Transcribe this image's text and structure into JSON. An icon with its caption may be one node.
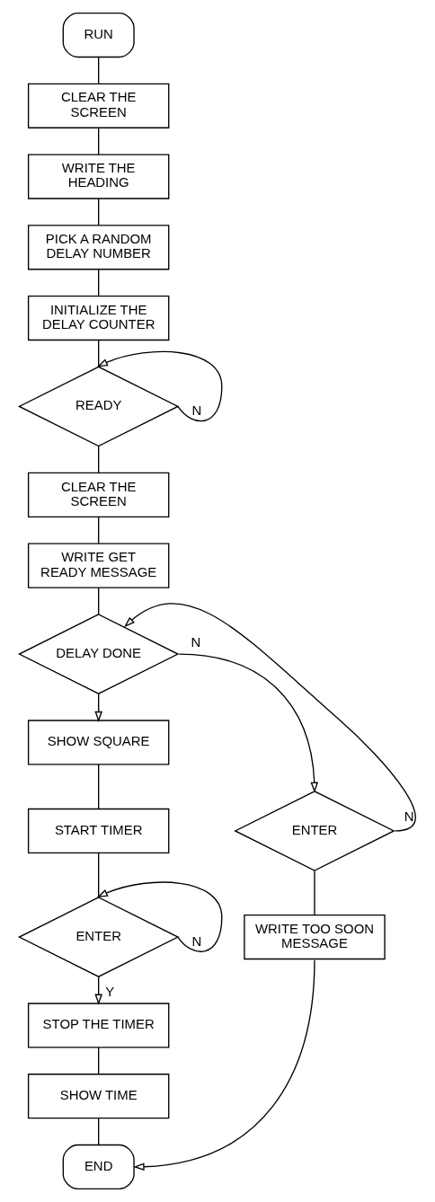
{
  "diagram": {
    "nodes": [
      {
        "text": [
          "RUN"
        ]
      },
      {
        "text": [
          "CLEAR THE SCREEN"
        ]
      },
      {
        "text": [
          "WRITE THE HEADING"
        ]
      },
      {
        "text": [
          "PICK A RANDOM DELAY NUMBER"
        ]
      },
      {
        "text": [
          "INITIALIZE THE DELAY COUNTER"
        ]
      },
      {
        "text": [
          "READY"
        ]
      },
      {
        "text": [
          "CLEAR THE SCREEN"
        ]
      },
      {
        "text": [
          "WRITE GET READY MESSAGE"
        ]
      },
      {
        "text": [
          "DELAY DONE"
        ]
      },
      {
        "text": [
          "SHOW SQUARE"
        ]
      },
      {
        "text": [
          "START TIMER"
        ]
      },
      {
        "text": [
          "ENTER"
        ]
      },
      {
        "text": [
          "STOP THE TIMER"
        ]
      },
      {
        "text": [
          "SHOW TIME"
        ]
      },
      {
        "text": [
          "ENTER"
        ]
      },
      {
        "text": [
          "WRITE TOO SOON MESSAGE"
        ]
      },
      {
        "text": [
          "END"
        ]
      }
    ],
    "edges": [
      {
        "from": 0,
        "to": 1,
        "arrow": "none"
      },
      {
        "from": 1,
        "to": 2,
        "arrow": "none"
      },
      {
        "from": 2,
        "to": 3,
        "arrow": "none"
      },
      {
        "from": 3,
        "to": 4,
        "arrow": "none"
      },
      {
        "from": 4,
        "to": 5,
        "arrow": "none"
      },
      {
        "from": 5,
        "to": 5,
        "label": "N",
        "arrow": "to"
      },
      {
        "from": 5,
        "to": 6,
        "arrow": "none"
      },
      {
        "from": 6,
        "to": 7,
        "arrow": "none"
      },
      {
        "from": 7,
        "to": 8,
        "arrow": "none"
      },
      {
        "from": 8,
        "to": 11,
        "label": "N",
        "arrow": "to"
      },
      {
        "from": 11,
        "to": 8,
        "label": "N",
        "arrow": "to"
      },
      {
        "from": 11,
        "to": 15,
        "arrow": "none"
      },
      {
        "from": 8,
        "to": 9,
        "arrow": "to"
      },
      {
        "from": 9,
        "to": 10,
        "arrow": "none"
      },
      {
        "from": 10,
        "to": 14,
        "arrow": "none"
      },
      {
        "from": 14,
        "to": 14,
        "label": "N",
        "arrow": "to"
      },
      {
        "from": 14,
        "to": 12,
        "label": "Y",
        "arrow": "to"
      },
      {
        "from": 12,
        "to": 13,
        "arrow": "none"
      },
      {
        "from": 13,
        "to": 16,
        "arrow": "none"
      },
      {
        "from": 15,
        "to": 16,
        "arrow": "to"
      }
    ]
  }
}
